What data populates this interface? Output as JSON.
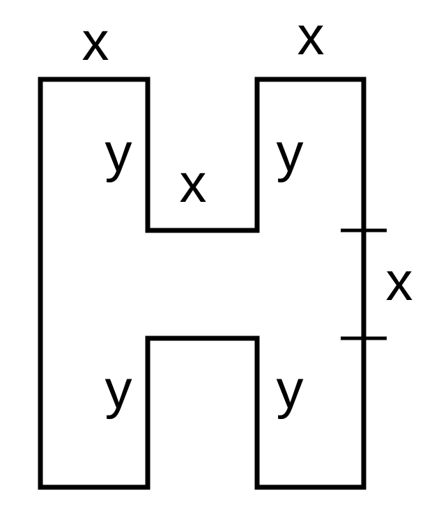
{
  "diagram": {
    "shape": "letter H outline",
    "stroke_color": "#000000",
    "background_color": "#ffffff",
    "labels": {
      "top_left_width": "x",
      "top_right_width": "x",
      "upper_notch_width": "x",
      "upper_left_notch_depth": "y",
      "upper_right_notch_depth": "y",
      "crossbar_height": "x",
      "lower_left_notch_depth": "y",
      "lower_right_notch_depth": "y"
    }
  }
}
